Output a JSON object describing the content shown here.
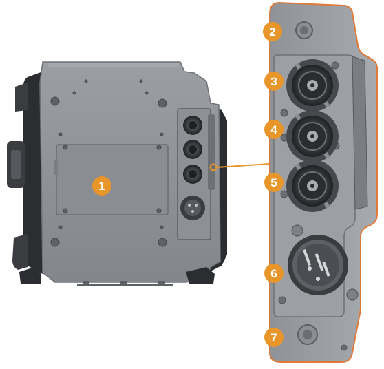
{
  "callouts": [
    {
      "number": "1",
      "part": "camera-rear-panel"
    },
    {
      "number": "2",
      "part": "top-mounting-point"
    },
    {
      "number": "3",
      "part": "bnc-connector-top"
    },
    {
      "number": "4",
      "part": "bnc-connector-middle"
    },
    {
      "number": "5",
      "part": "bnc-connector-bottom"
    },
    {
      "number": "6",
      "part": "xlr-connector"
    },
    {
      "number": "7",
      "part": "bottom-mounting-point"
    }
  ],
  "colors": {
    "callout": "#e8962a",
    "callout_text": "#ffffff",
    "leader_line": "#e8962a",
    "panel_outline": "#e07a36",
    "body_fill": "#8e9196",
    "body_dark": "#2b2d30",
    "panel_fill": "#9a9da2",
    "connector_dark": "#2f3134"
  }
}
